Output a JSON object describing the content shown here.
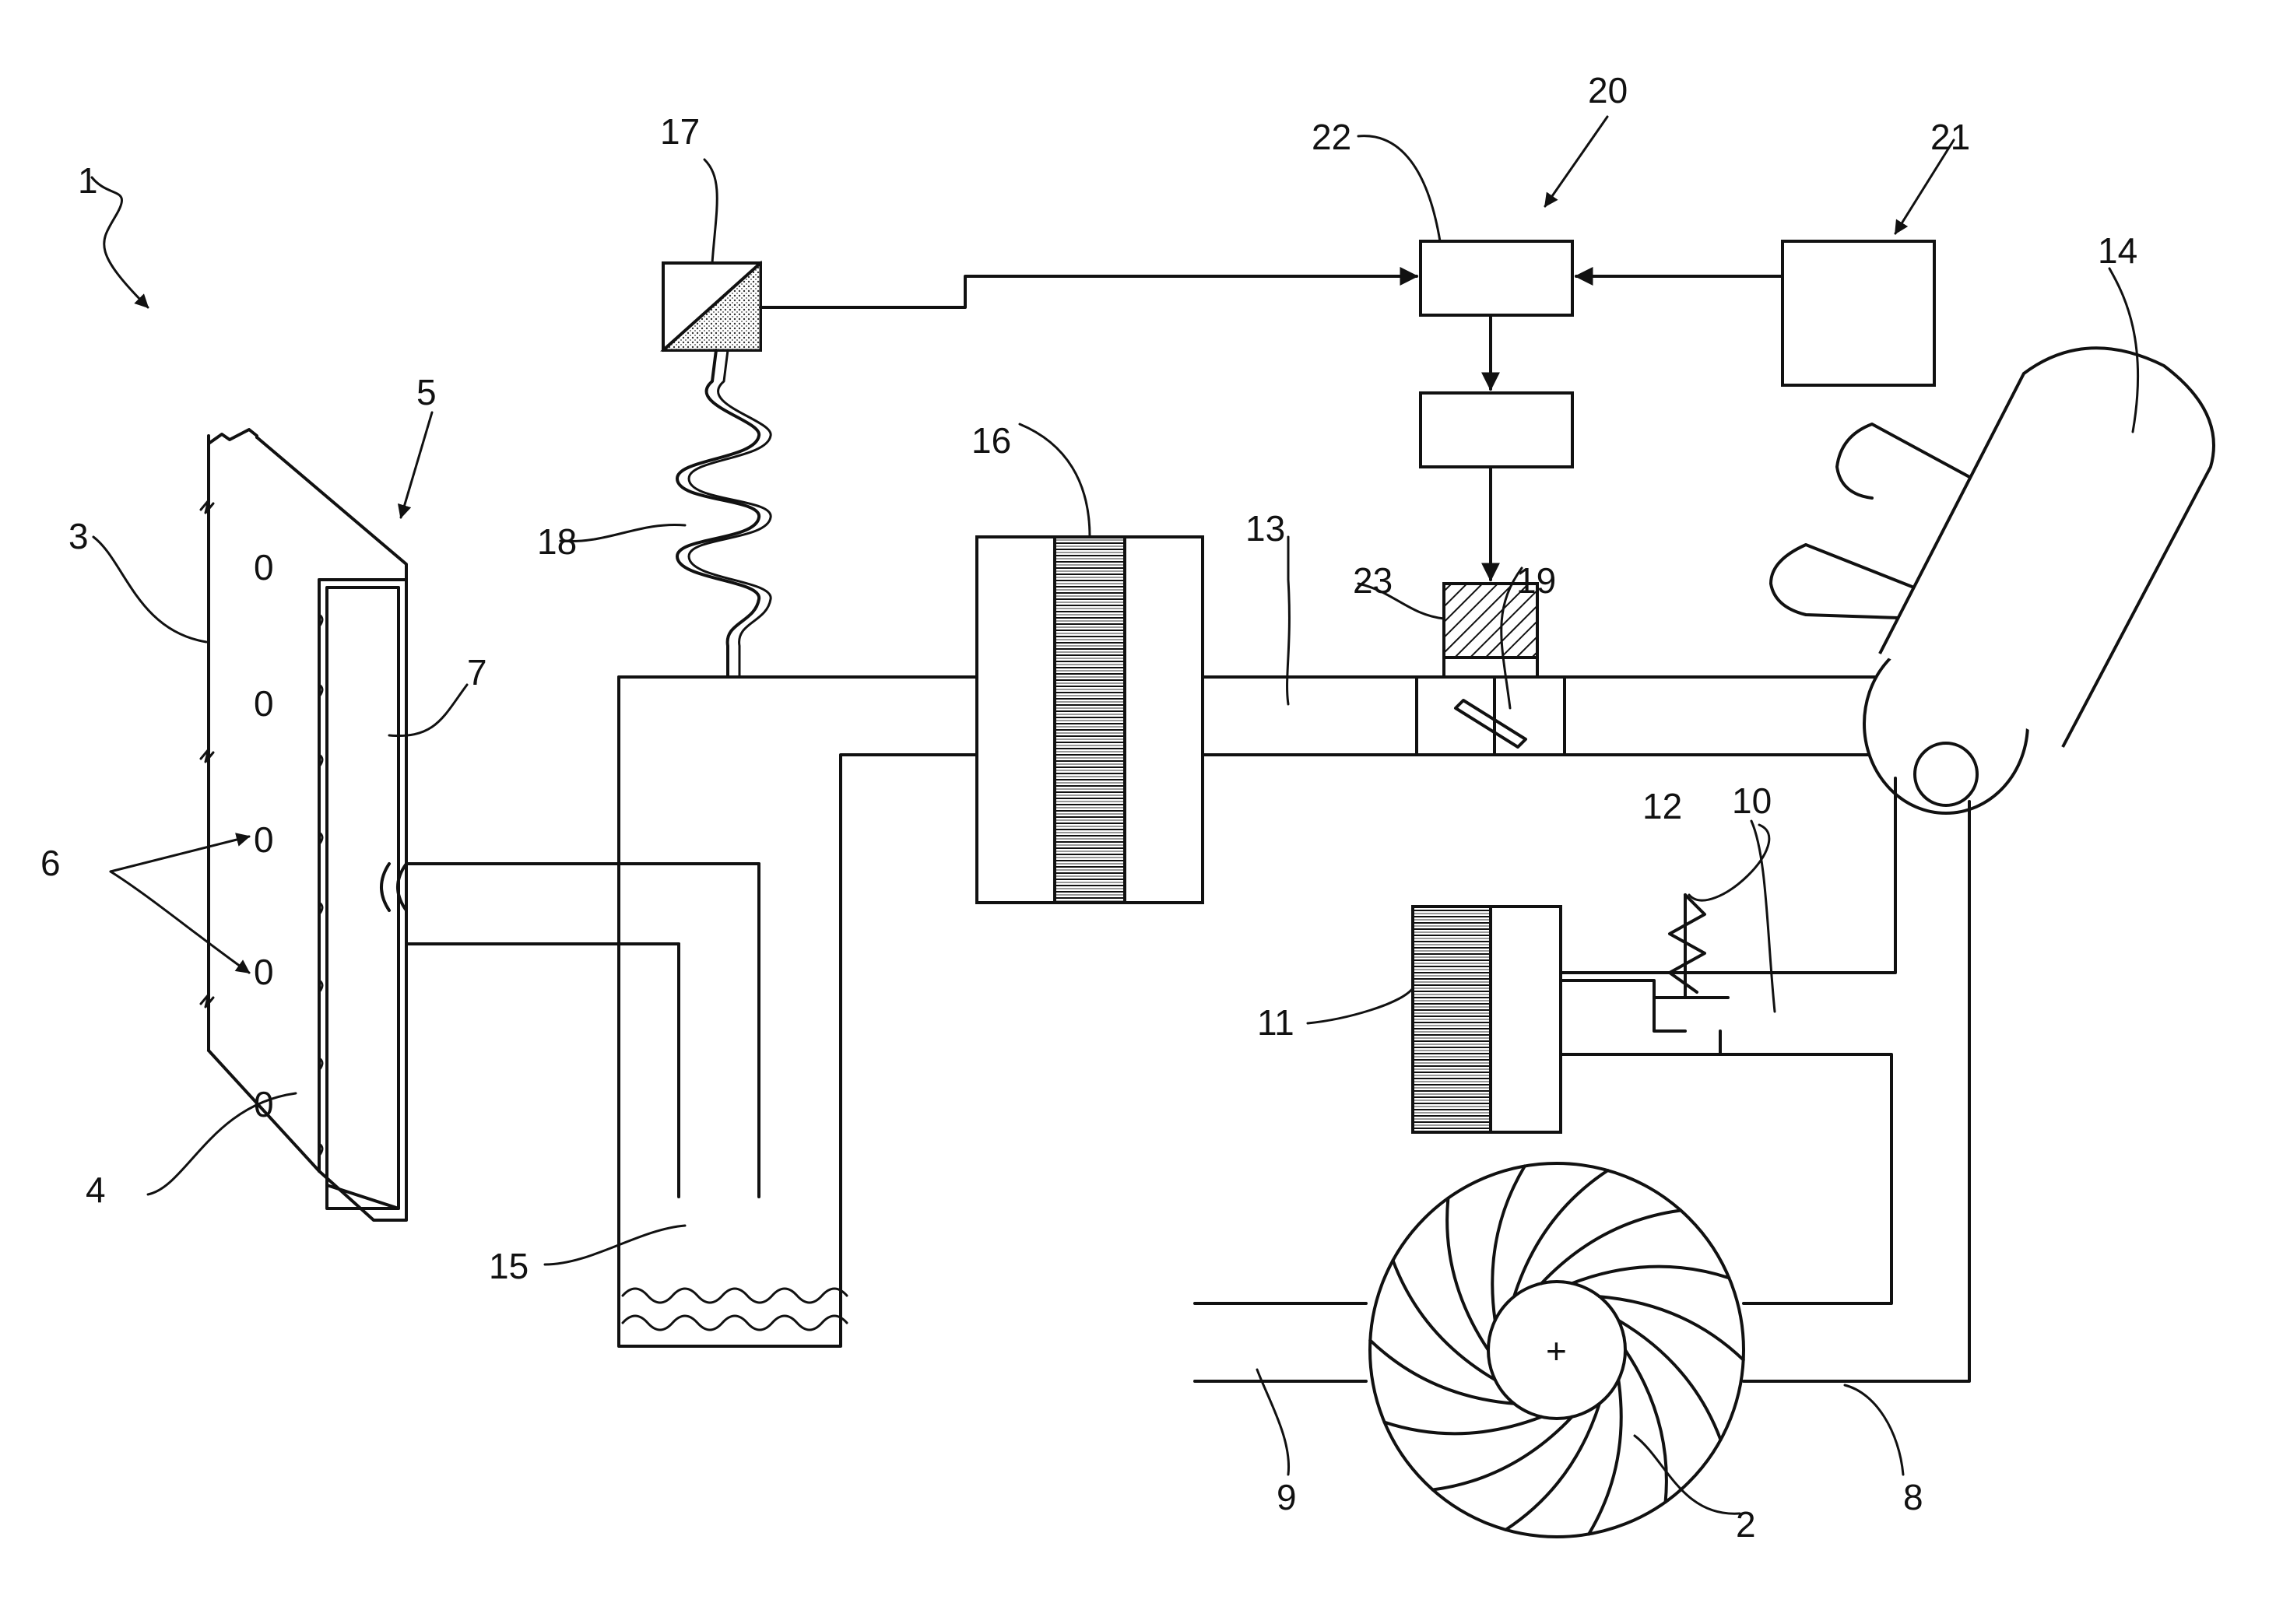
{
  "labels": {
    "l1": "1",
    "l2": "2",
    "l3": "3",
    "l4": "4",
    "l5": "5",
    "l6": "6",
    "l7": "7",
    "l8": "8",
    "l9": "9",
    "l10": "10",
    "l11": "11",
    "l12": "12",
    "l13": "13",
    "l14": "14",
    "l15": "15",
    "l16": "16",
    "l17": "17",
    "l18": "18",
    "l19": "19",
    "l20": "20",
    "l21": "21",
    "l22": "22",
    "l23": "23"
  },
  "hole_mark": "0",
  "fan_hub_mark": "+"
}
